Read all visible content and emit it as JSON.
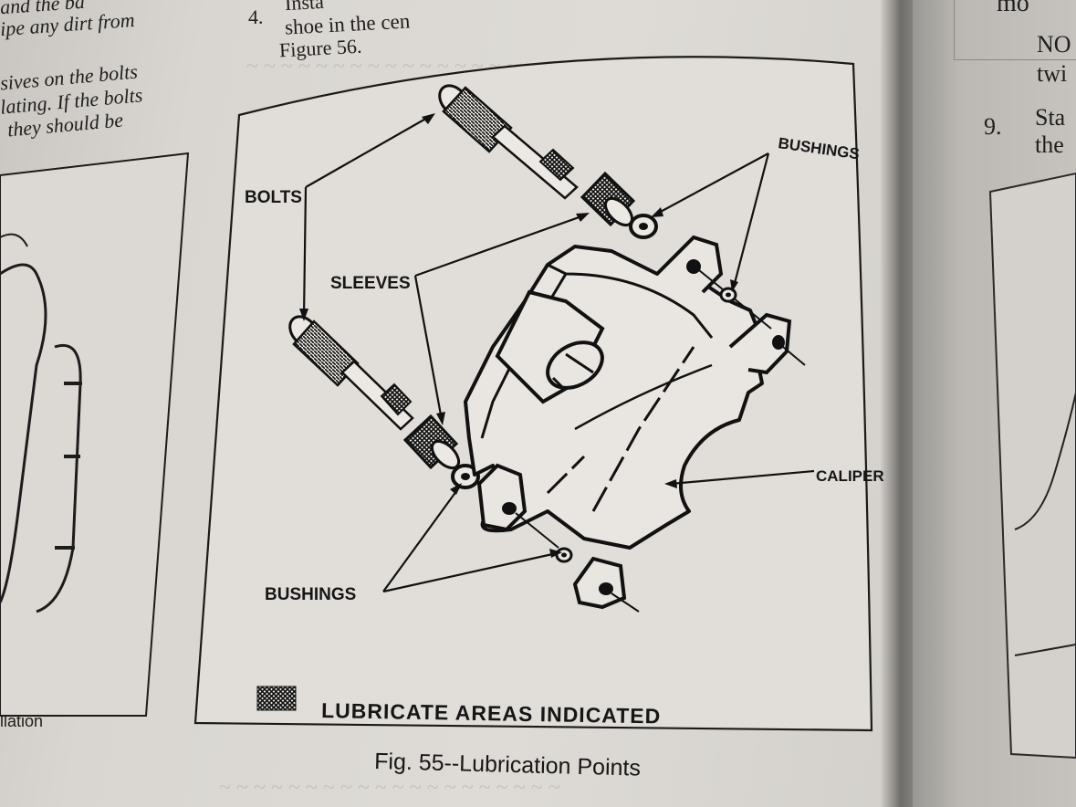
{
  "left_column": {
    "lines": [
      "and the ba",
      "ipe any dirt from",
      "sives on the bolts",
      "lating. If the bolts",
      "they should be"
    ],
    "bottom_caption": "llation"
  },
  "step4": {
    "number": "4.",
    "line1": "Insta",
    "line2": "shoe in the cen",
    "line3": "Figure 56."
  },
  "right_column": {
    "top_fragment": "mo",
    "note": "NO",
    "note2": "twi",
    "step9_number": "9.",
    "step9_text": "Sta",
    "step9_text2": "the"
  },
  "figure": {
    "labels": {
      "bolts": "BOLTS",
      "sleeves": "SLEEVES",
      "bushings_top": "BUSHINGS",
      "bushings_bottom": "BUSHINGS",
      "caliper": "CALIPER"
    },
    "legend": "LUBRICATE AREAS INDICATED",
    "caption": "Fig. 55--Lubrication Points"
  }
}
